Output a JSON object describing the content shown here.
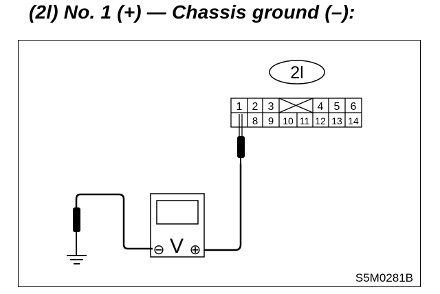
{
  "heading": "(2l) No. 1 (+) — Chassis ground (–):",
  "connector": {
    "id": "2l",
    "top_row": [
      "1",
      "2",
      "3",
      "4",
      "5",
      "6"
    ],
    "bottom_row": [
      "8",
      "9",
      "10",
      "11",
      "12",
      "13",
      "14"
    ]
  },
  "voltmeter": {
    "symbol": "V",
    "negative_terminal": "⊖",
    "positive_terminal": "⊕"
  },
  "figure_code": "S5M0281B",
  "icons": [
    "ground-symbol-icon",
    "probe-icon",
    "voltmeter-icon"
  ]
}
